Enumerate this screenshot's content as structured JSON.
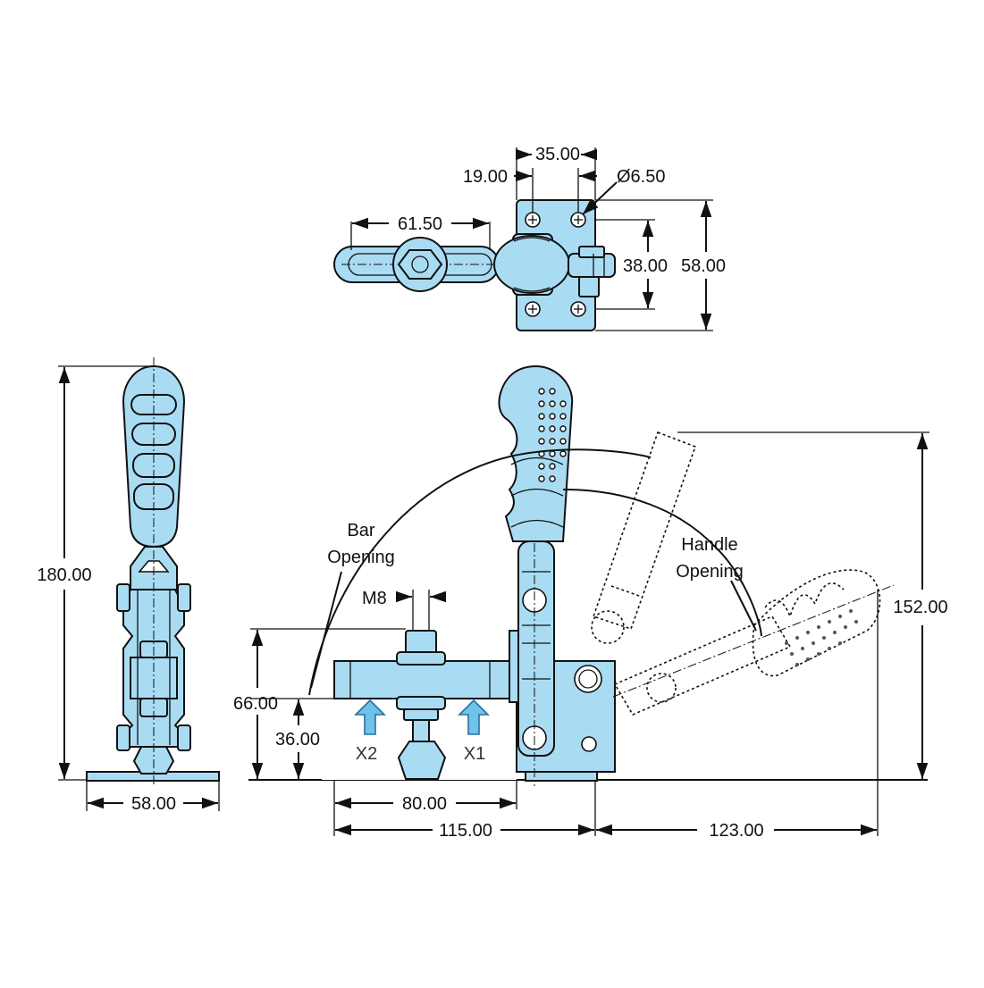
{
  "dimensions": {
    "top_width_35": "35.00",
    "top_offset_19": "19.00",
    "hole_dia": "Ø6.50",
    "bar_61": "61.50",
    "top_38": "38.00",
    "top_58": "58.00",
    "height_180": "180.00",
    "base_58": "58.00",
    "height_66": "66.00",
    "height_36": "36.00",
    "width_80": "80.00",
    "width_115": "115.00",
    "width_123": "123.00",
    "height_152": "152.00"
  },
  "labels": {
    "thread": "M8",
    "bar_opening_1": "Bar",
    "bar_opening_2": "Opening",
    "handle_opening_1": "Handle",
    "handle_opening_2": "Opening",
    "force_x2": "X2",
    "force_x1": "X1"
  },
  "colors": {
    "part_fill": "#a9dcf3",
    "arrow_fill": "#6ec3ec"
  }
}
